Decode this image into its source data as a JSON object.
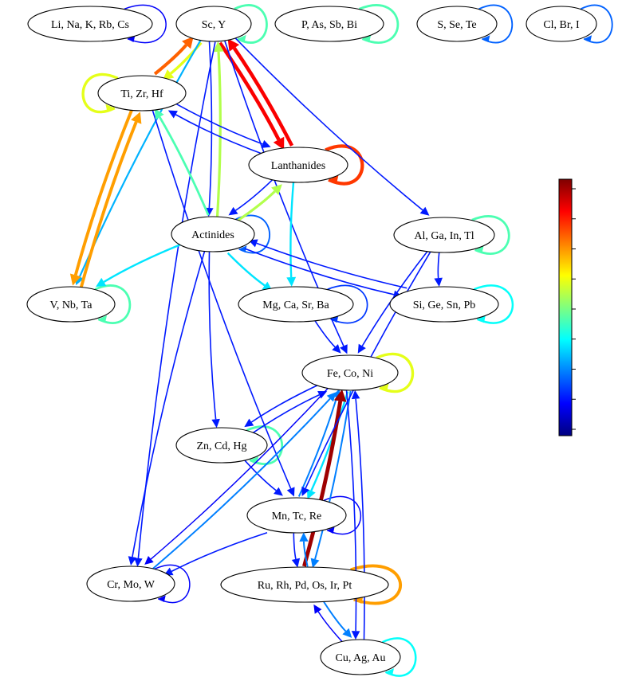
{
  "nodes": [
    {
      "id": "alkali",
      "label": "Li, Na, K, Rb, Cs"
    },
    {
      "id": "scy",
      "label": "Sc, Y"
    },
    {
      "id": "pnict",
      "label": "P, As, Sb, Bi"
    },
    {
      "id": "chalc",
      "label": "S, Se, Te"
    },
    {
      "id": "halo",
      "label": "Cl, Br, I"
    },
    {
      "id": "tizr",
      "label": "Ti, Zr, Hf"
    },
    {
      "id": "lanth",
      "label": "Lanthanides"
    },
    {
      "id": "actin",
      "label": "Actinides"
    },
    {
      "id": "algain",
      "label": "Al, Ga, In, Tl"
    },
    {
      "id": "vnb",
      "label": "V, Nb, Ta"
    },
    {
      "id": "mgca",
      "label": "Mg, Ca, Sr, Ba"
    },
    {
      "id": "sige",
      "label": "Si, Ge, Sn, Pb"
    },
    {
      "id": "feco",
      "label": "Fe, Co, Ni"
    },
    {
      "id": "zncd",
      "label": "Zn, Cd, Hg"
    },
    {
      "id": "mntc",
      "label": "Mn, Tc, Re"
    },
    {
      "id": "crmo",
      "label": "Cr, Mo, W"
    },
    {
      "id": "rurh",
      "label": "Ru, Rh, Pd, Os, Ir, Pt"
    },
    {
      "id": "cuag",
      "label": "Cu, Ag, Au"
    }
  ],
  "edges": [
    {
      "from": "alkali",
      "to": "alkali",
      "weight": 0.12
    },
    {
      "from": "scy",
      "to": "scy",
      "weight": 0.45
    },
    {
      "from": "pnict",
      "to": "pnict",
      "weight": 0.45
    },
    {
      "from": "chalc",
      "to": "chalc",
      "weight": 0.22
    },
    {
      "from": "halo",
      "to": "halo",
      "weight": 0.22
    },
    {
      "from": "tizr",
      "to": "tizr",
      "weight": 0.6
    },
    {
      "from": "lanth",
      "to": "lanth",
      "weight": 0.82
    },
    {
      "from": "actin",
      "to": "actin",
      "weight": 0.22
    },
    {
      "from": "algain",
      "to": "algain",
      "weight": 0.45
    },
    {
      "from": "vnb",
      "to": "vnb",
      "weight": 0.45
    },
    {
      "from": "mgca",
      "to": "mgca",
      "weight": 0.18
    },
    {
      "from": "sige",
      "to": "sige",
      "weight": 0.38
    },
    {
      "from": "feco",
      "to": "feco",
      "weight": 0.6
    },
    {
      "from": "zncd",
      "to": "zncd",
      "weight": 0.45
    },
    {
      "from": "mntc",
      "to": "mntc",
      "weight": 0.12
    },
    {
      "from": "crmo",
      "to": "crmo",
      "weight": 0.12
    },
    {
      "from": "rurh",
      "to": "rurh",
      "weight": 0.72
    },
    {
      "from": "cuag",
      "to": "cuag",
      "weight": 0.38
    },
    {
      "from": "tizr",
      "to": "scy",
      "weight": 0.78
    },
    {
      "from": "scy",
      "to": "tizr",
      "weight": 0.6
    },
    {
      "from": "lanth",
      "to": "scy",
      "weight": 0.88
    },
    {
      "from": "scy",
      "to": "lanth",
      "weight": 0.88
    },
    {
      "from": "actin",
      "to": "scy",
      "weight": 0.55
    },
    {
      "from": "scy",
      "to": "actin",
      "weight": 0.15
    },
    {
      "from": "scy",
      "to": "vnb",
      "weight": 0.3
    },
    {
      "from": "scy",
      "to": "algain",
      "weight": 0.15
    },
    {
      "from": "scy",
      "to": "crmo",
      "weight": 0.15
    },
    {
      "from": "scy",
      "to": "feco",
      "weight": 0.15
    },
    {
      "from": "tizr",
      "to": "vnb",
      "weight": 0.72
    },
    {
      "from": "vnb",
      "to": "tizr",
      "weight": 0.72
    },
    {
      "from": "tizr",
      "to": "lanth",
      "weight": 0.15
    },
    {
      "from": "lanth",
      "to": "tizr",
      "weight": 0.15
    },
    {
      "from": "tizr",
      "to": "mntc",
      "weight": 0.15
    },
    {
      "from": "actin",
      "to": "tizr",
      "weight": 0.45
    },
    {
      "from": "actin",
      "to": "lanth",
      "weight": 0.55
    },
    {
      "from": "lanth",
      "to": "actin",
      "weight": 0.15
    },
    {
      "from": "lanth",
      "to": "mgca",
      "weight": 0.35
    },
    {
      "from": "actin",
      "to": "vnb",
      "weight": 0.35
    },
    {
      "from": "actin",
      "to": "mgca",
      "weight": 0.35
    },
    {
      "from": "actin",
      "to": "sige",
      "weight": 0.15
    },
    {
      "from": "sige",
      "to": "actin",
      "weight": 0.15
    },
    {
      "from": "actin",
      "to": "zncd",
      "weight": 0.15
    },
    {
      "from": "actin",
      "to": "crmo",
      "weight": 0.15
    },
    {
      "from": "algain",
      "to": "sige",
      "weight": 0.15
    },
    {
      "from": "algain",
      "to": "feco",
      "weight": 0.15
    },
    {
      "from": "mgca",
      "to": "feco",
      "weight": 0.15
    },
    {
      "from": "feco",
      "to": "zncd",
      "weight": 0.15
    },
    {
      "from": "zncd",
      "to": "feco",
      "weight": 0.15
    },
    {
      "from": "zncd",
      "to": "mntc",
      "weight": 0.15
    },
    {
      "from": "mntc",
      "to": "feco",
      "weight": 0.25
    },
    {
      "from": "feco",
      "to": "mntc",
      "weight": 0.35
    },
    {
      "from": "crmo",
      "to": "feco",
      "weight": 0.25
    },
    {
      "from": "feco",
      "to": "crmo",
      "weight": 0.12
    },
    {
      "from": "rurh",
      "to": "feco",
      "weight": 0.97
    },
    {
      "from": "feco",
      "to": "rurh",
      "weight": 0.25
    },
    {
      "from": "cuag",
      "to": "feco",
      "weight": 0.15
    },
    {
      "from": "feco",
      "to": "cuag",
      "weight": 0.15
    },
    {
      "from": "mntc",
      "to": "crmo",
      "weight": 0.15
    },
    {
      "from": "mntc",
      "to": "rurh",
      "weight": 0.15
    },
    {
      "from": "rurh",
      "to": "mntc",
      "weight": 0.25
    },
    {
      "from": "rurh",
      "to": "cuag",
      "weight": 0.25
    },
    {
      "from": "cuag",
      "to": "rurh",
      "weight": 0.12
    },
    {
      "from": "algain",
      "to": "mntc",
      "weight": 0.15
    }
  ],
  "colorbar": {
    "colors": [
      "#00007f",
      "#0000ff",
      "#007fff",
      "#00ffff",
      "#7fff7f",
      "#ffff00",
      "#ff7f00",
      "#ff0000",
      "#7f0000"
    ],
    "ticks": 9
  }
}
